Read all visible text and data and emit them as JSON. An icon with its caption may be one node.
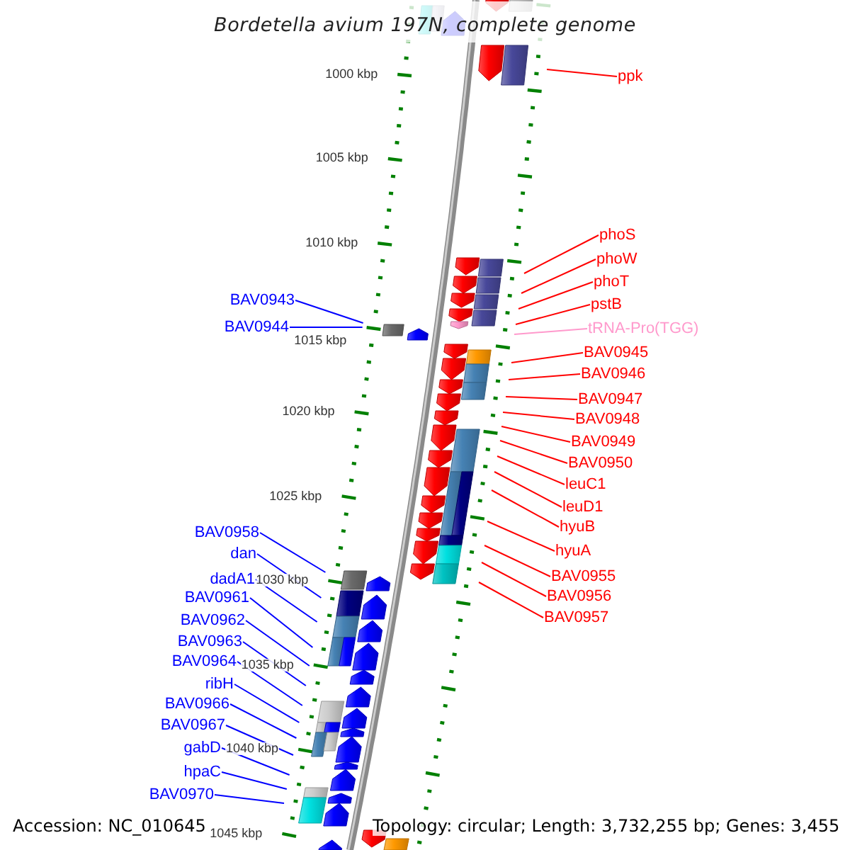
{
  "diagram": {
    "title": "Bordetella avium 197N, complete genome",
    "nodes": [
      {
        "text": [
          "ppk"
        ]
      },
      {
        "text": [
          "phoS"
        ]
      },
      {
        "text": [
          "phoW"
        ]
      },
      {
        "text": [
          "phoT"
        ]
      },
      {
        "text": [
          "BAV0943"
        ]
      },
      {
        "text": [
          "pstB"
        ]
      },
      {
        "text": [
          "BAV0944"
        ]
      },
      {
        "text": [
          "tRNA-Pro(TGG)"
        ]
      },
      {
        "text": [
          "BAV0945"
        ]
      },
      {
        "text": [
          "BAV0946"
        ]
      },
      {
        "text": [
          "BAV0947"
        ]
      },
      {
        "text": [
          "BAV0948"
        ]
      },
      {
        "text": [
          "BAV0949"
        ]
      },
      {
        "text": [
          "BAV0950"
        ]
      },
      {
        "text": [
          "leuC1"
        ]
      },
      {
        "text": [
          "leuD1"
        ]
      },
      {
        "text": [
          "hyuB"
        ]
      },
      {
        "text": [
          "BAV0958"
        ]
      },
      {
        "text": [
          "hyuA"
        ]
      },
      {
        "text": [
          "dan"
        ]
      },
      {
        "text": [
          "BAV0955"
        ]
      },
      {
        "text": [
          "dadA1"
        ]
      },
      {
        "text": [
          "BAV0956"
        ]
      },
      {
        "text": [
          "BAV0961"
        ]
      },
      {
        "text": [
          "BAV0957"
        ]
      },
      {
        "text": [
          "BAV0962"
        ]
      },
      {
        "text": [
          "BAV0963"
        ]
      },
      {
        "text": [
          "BAV0964"
        ]
      },
      {
        "text": [
          "ribH"
        ]
      },
      {
        "text": [
          "BAV0966"
        ]
      },
      {
        "text": [
          "BAV0967"
        ]
      },
      {
        "text": [
          "gabD"
        ]
      },
      {
        "text": [
          "hpaC"
        ]
      },
      {
        "text": [
          "BAV0970"
        ]
      }
    ],
    "edges": [
      {
        "from": 0,
        "to": null,
        "arrow": "none"
      },
      {
        "from": 1,
        "to": null,
        "arrow": "none"
      },
      {
        "from": 2,
        "to": null,
        "arrow": "none"
      },
      {
        "from": 3,
        "to": null,
        "arrow": "none"
      },
      {
        "from": 4,
        "to": null,
        "arrow": "none",
        "color": "#0000ff"
      },
      {
        "from": 5,
        "to": null,
        "arrow": "none"
      },
      {
        "from": 6,
        "to": null,
        "arrow": "none",
        "color": "#0000ff"
      },
      {
        "from": 7,
        "to": null,
        "arrow": "none",
        "color": "#ff99cc"
      },
      {
        "from": 8,
        "to": null,
        "arrow": "none"
      },
      {
        "from": 9,
        "to": null,
        "arrow": "none"
      },
      {
        "from": 10,
        "to": null,
        "arrow": "none"
      },
      {
        "from": 11,
        "to": null,
        "arrow": "none"
      },
      {
        "from": 12,
        "to": null,
        "arrow": "none"
      },
      {
        "from": 13,
        "to": null,
        "arrow": "none"
      },
      {
        "from": 14,
        "to": null,
        "arrow": "none"
      },
      {
        "from": 15,
        "to": null,
        "arrow": "none"
      },
      {
        "from": 16,
        "to": null,
        "arrow": "none"
      },
      {
        "from": 17,
        "to": null,
        "arrow": "none",
        "color": "#0000ff"
      },
      {
        "from": 18,
        "to": null,
        "arrow": "none"
      },
      {
        "from": 19,
        "to": null,
        "arrow": "none",
        "color": "#0000ff"
      },
      {
        "from": 20,
        "to": null,
        "arrow": "none"
      },
      {
        "from": 21,
        "to": null,
        "arrow": "none",
        "color": "#0000ff"
      },
      {
        "from": 22,
        "to": null,
        "arrow": "none"
      },
      {
        "from": 23,
        "to": null,
        "arrow": "none",
        "color": "#0000ff"
      },
      {
        "from": 24,
        "to": null,
        "arrow": "none"
      },
      {
        "from": 25,
        "to": null,
        "arrow": "none",
        "color": "#0000ff"
      },
      {
        "from": 26,
        "to": null,
        "arrow": "none",
        "color": "#0000ff"
      },
      {
        "from": 27,
        "to": null,
        "arrow": "none",
        "color": "#0000ff"
      },
      {
        "from": 28,
        "to": null,
        "arrow": "none",
        "color": "#0000ff"
      },
      {
        "from": 29,
        "to": null,
        "arrow": "none",
        "color": "#0000ff"
      },
      {
        "from": 30,
        "to": null,
        "arrow": "none",
        "color": "#0000ff"
      },
      {
        "from": 31,
        "to": null,
        "arrow": "none",
        "color": "#0000ff"
      },
      {
        "from": 32,
        "to": null,
        "arrow": "none",
        "color": "#0000ff"
      },
      {
        "from": 33,
        "to": null,
        "arrow": "none",
        "color": "#0000ff"
      }
    ],
    "labels": [
      "1000 kbp",
      "1005 kbp",
      "1010 kbp",
      "1015 kbp",
      "1020 kbp",
      "1025 kbp",
      "1030 kbp",
      "1035 kbp",
      "1040 kbp",
      "1045 kbp",
      "Accession: NC_010645",
      "Topology: circular; Length: 3,732,255 bp; Genes: 3,455"
    ]
  }
}
